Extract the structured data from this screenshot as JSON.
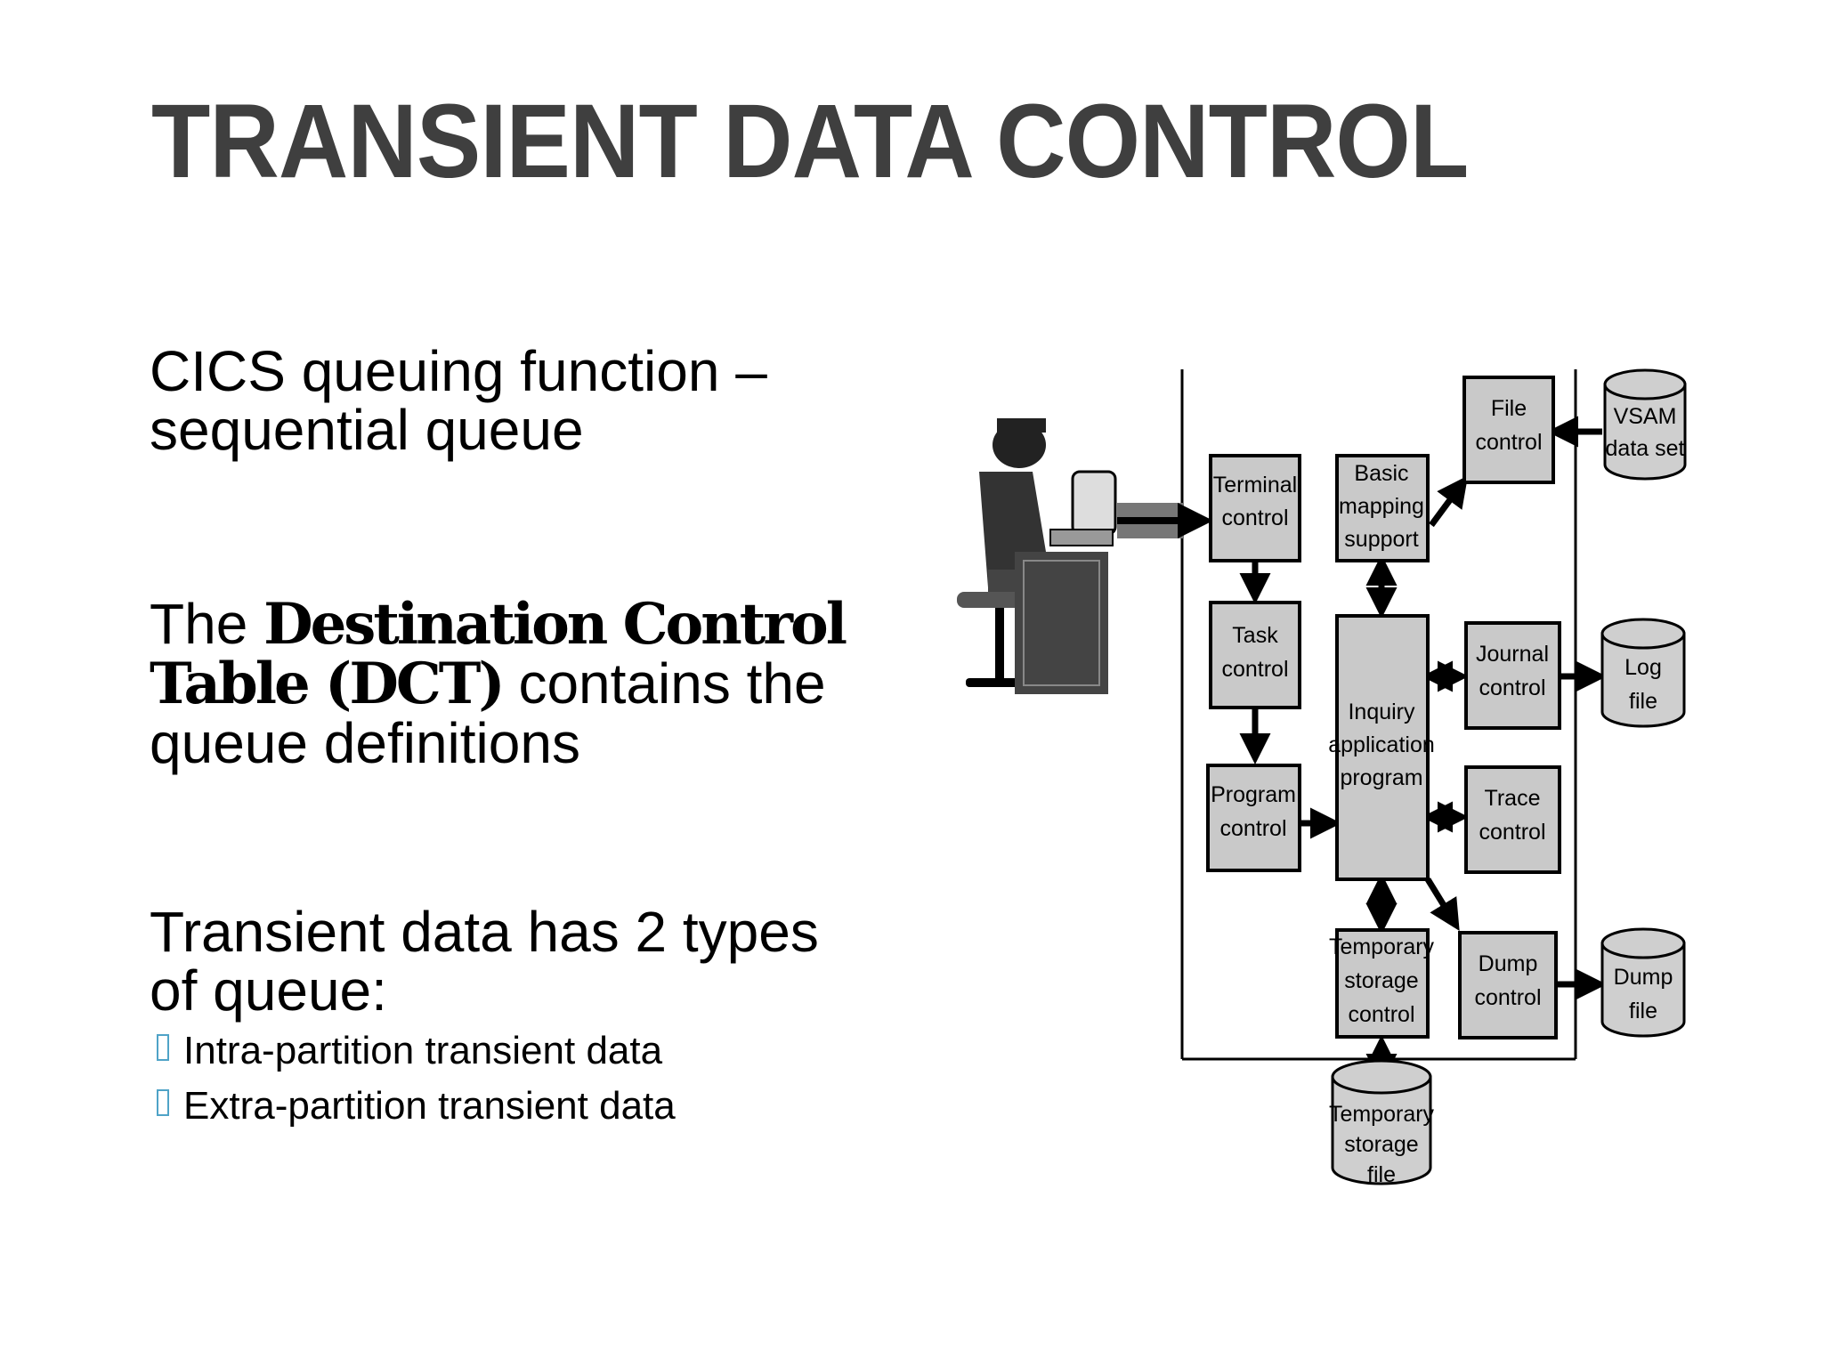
{
  "slide": {
    "title": "TRANSIENT DATA  CONTROL",
    "p1": {
      "line1": "CICS queuing function –",
      "line2": "sequential queue"
    },
    "p2": {
      "prefix": "The ",
      "bold1": "Destination Control",
      "bold2": "Table (DCT)",
      "rest1": " contains the",
      "rest2": "queue definitions"
    },
    "p3": {
      "line1": "Transient data has 2 types",
      "line2": "of queue:"
    },
    "bullets": [
      "Intra-partition transient data",
      "Extra-partition transient data"
    ]
  },
  "diagram": {
    "terminal_control": [
      "Terminal",
      "control"
    ],
    "basic_mapping": [
      "Basic",
      "mapping",
      "support"
    ],
    "file_control": [
      "File",
      "control"
    ],
    "vsam": [
      "VSAM",
      "data set"
    ],
    "task_control": [
      "Task",
      "control"
    ],
    "inquiry": [
      "Inquiry",
      "application",
      "program"
    ],
    "journal_control": [
      "Journal",
      "control"
    ],
    "log_file": [
      "Log",
      "file"
    ],
    "program_control": [
      "Program",
      "control"
    ],
    "trace_control": [
      "Trace",
      "control"
    ],
    "temp_storage_control": [
      "Temporary",
      "storage",
      "control"
    ],
    "dump_control": [
      "Dump",
      "control"
    ],
    "dump_file": [
      "Dump",
      "file"
    ],
    "temp_storage_file": [
      "Temporary",
      "storage",
      "file"
    ]
  }
}
